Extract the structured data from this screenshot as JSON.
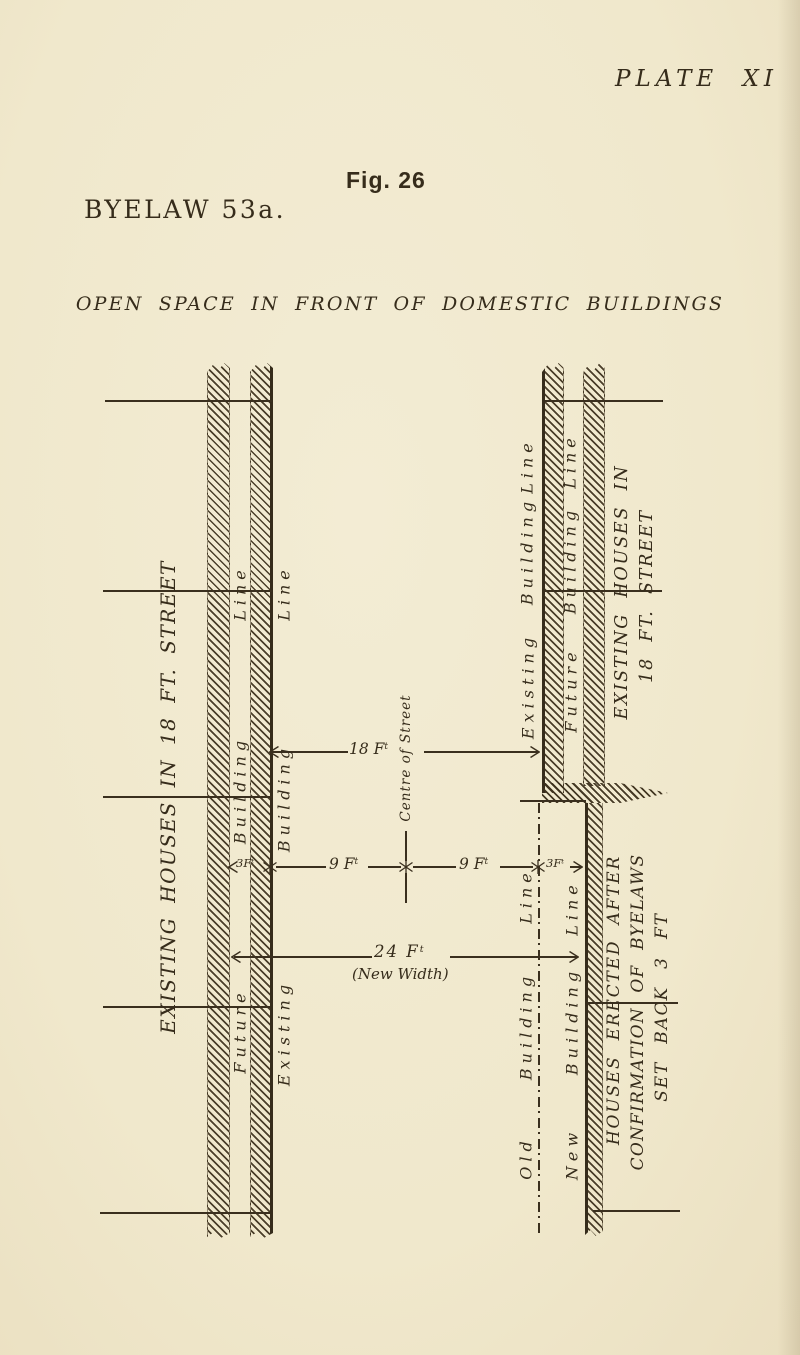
{
  "header": {
    "plate_title": "PLATE XI",
    "fig_label": "Fig. 26",
    "byelaw_label": "BYELAW 53a.",
    "subtitle": "OPEN SPACE IN FRONT OF DOMESTIC BUILDINGS"
  },
  "colors": {
    "paper": "#f0e8cc",
    "ink": "#362c1b"
  },
  "labels": {
    "left_street": "EXISTING HOUSES IN 18 FT. STREET",
    "right_street_upper": {
      "line1": "EXISTING HOUSES IN",
      "line2": "18 FT. STREET"
    },
    "right_street_lower": {
      "line1": "HOUSES ERECTED AFTER",
      "line2": "CONFIRMATION OF BYELAWS",
      "line3": "SET BACK 3 FT"
    },
    "left_future_line": {
      "words": [
        "Future",
        "Building",
        "Line"
      ]
    },
    "left_existing_line": {
      "words": [
        "Existing",
        "Building",
        "Line"
      ]
    },
    "right_existing_line": {
      "words": [
        "Existing",
        "Building",
        "Line"
      ]
    },
    "right_future_line": {
      "words": [
        "Future",
        "Building",
        "Line"
      ]
    },
    "new_building_line": {
      "words": [
        "New",
        "Building",
        "Line"
      ]
    },
    "old_building_line": {
      "words": [
        "Old",
        "Building",
        "Line"
      ]
    },
    "centre_of_street": "Centre of Street"
  },
  "dimensions": {
    "street_width": {
      "value": "18 F",
      "sup": "t"
    },
    "half_left": {
      "value": "9 F",
      "sup": "t"
    },
    "half_right": {
      "value": "9 F",
      "sup": "t"
    },
    "setback_left": {
      "value": "3F",
      "sup": "t"
    },
    "setback_right": {
      "value": "3F",
      "sup": "t"
    },
    "new_width": {
      "value": "24 F",
      "sup": "t"
    },
    "new_width_note": "(New Width)"
  }
}
